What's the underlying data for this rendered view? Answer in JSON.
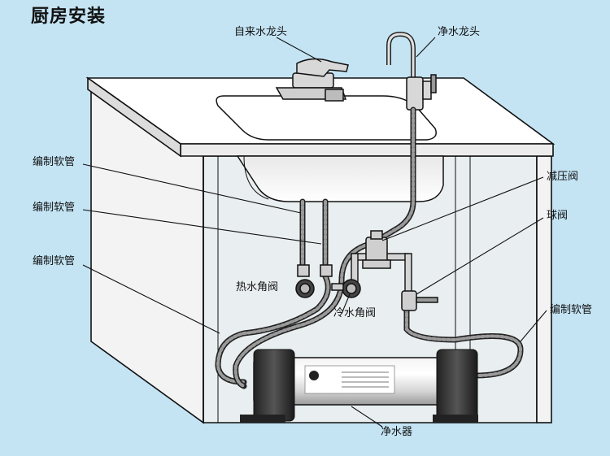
{
  "title": "厨房安装",
  "labels": {
    "tap_faucet": "自来水龙头",
    "purified_faucet": "净水龙头",
    "braided_hose_1": "编制软管",
    "braided_hose_2": "编制软管",
    "braided_hose_3": "编制软管",
    "braided_hose_4": "编制软管",
    "pressure_valve": "减压阀",
    "ball_valve": "球阀",
    "hot_angle_valve": "热水角阀",
    "cold_angle_valve": "冷水角阀",
    "purifier": "净水器"
  },
  "colors": {
    "background": "#c4e4f4",
    "line": "#111111",
    "cabinet_fill": "#f2f2f2",
    "hose": "#333333"
  }
}
